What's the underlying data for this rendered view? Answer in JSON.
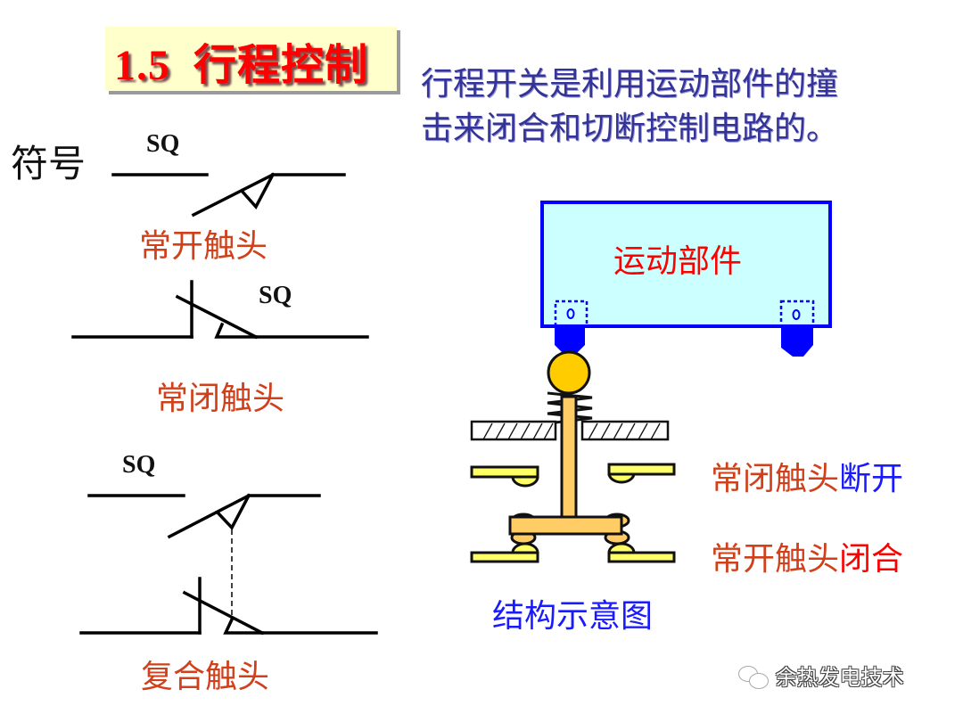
{
  "title": {
    "number": "1.5",
    "text": "行程控制"
  },
  "description": {
    "line1": "行程开关是利用运动部件的撞",
    "line2": "击来闭合和切断控制电路的。"
  },
  "symbols": {
    "label": "符号",
    "designator": "SQ",
    "normally_open": {
      "sq": "SQ",
      "caption": "常开触头"
    },
    "normally_closed": {
      "sq": "SQ",
      "caption": "常闭触头"
    },
    "compound": {
      "sq": "SQ",
      "caption": "复合触头"
    }
  },
  "structure": {
    "moving_part_label": "运动部件",
    "nc_status_prefix": "常闭触头",
    "nc_status_suffix": "断开",
    "no_status_prefix": "常开触头",
    "no_status_suffix": "闭合",
    "caption": "结构示意图"
  },
  "colors": {
    "title_red": "#ff0000",
    "title_bg": "#ffffcc",
    "desc_blue": "#33339a",
    "caption_red": "#d0401a",
    "box_fill": "#ccffff",
    "box_border": "#0000ff",
    "roller": "#ffcc00",
    "plunger": "#ffcc66",
    "contact": "#ffff66"
  },
  "watermark": {
    "icon": "wechat-icon",
    "text": "余热发电技术"
  }
}
